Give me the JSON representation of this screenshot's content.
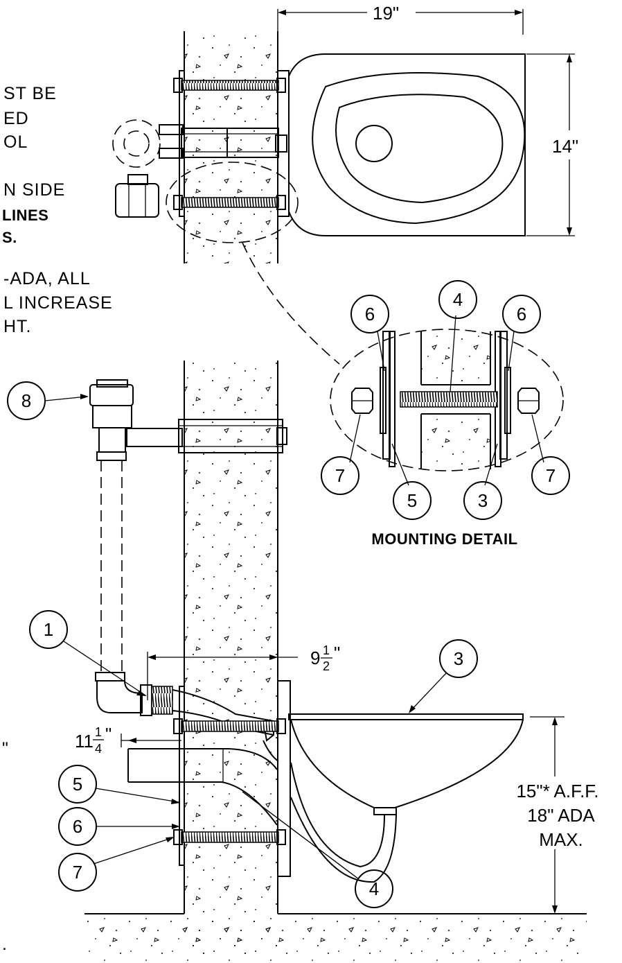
{
  "notes": {
    "line1": "ST BE",
    "line2": "ED",
    "line3": "OL",
    "line4": "N SIDE",
    "bold1": "LINES",
    "bold2": "S.",
    "line5": "-ADA, ALL",
    "line6": "L INCREASE",
    "line7": "HT.",
    "quote_fragment": "\"",
    "period_fragment": "."
  },
  "dimensions": {
    "top_width": "19\"",
    "top_depth": "14\"",
    "wall_depth_whole": "9",
    "wall_depth_num": "1",
    "wall_depth_den": "2",
    "wall_depth_unit": "\"",
    "outlet_offset_whole": "11",
    "outlet_offset_num": "1",
    "outlet_offset_den": "4",
    "outlet_offset_unit": "\"",
    "height_line1": "15\"* A.F.F.",
    "height_line2": "18\" ADA",
    "height_line3": "MAX."
  },
  "callouts": {
    "c1": "1",
    "c3": "3",
    "c4": "4",
    "c5": "5",
    "c6": "6",
    "c7": "7",
    "c8": "8"
  },
  "detail": {
    "title": "MOUNTING DETAIL"
  }
}
